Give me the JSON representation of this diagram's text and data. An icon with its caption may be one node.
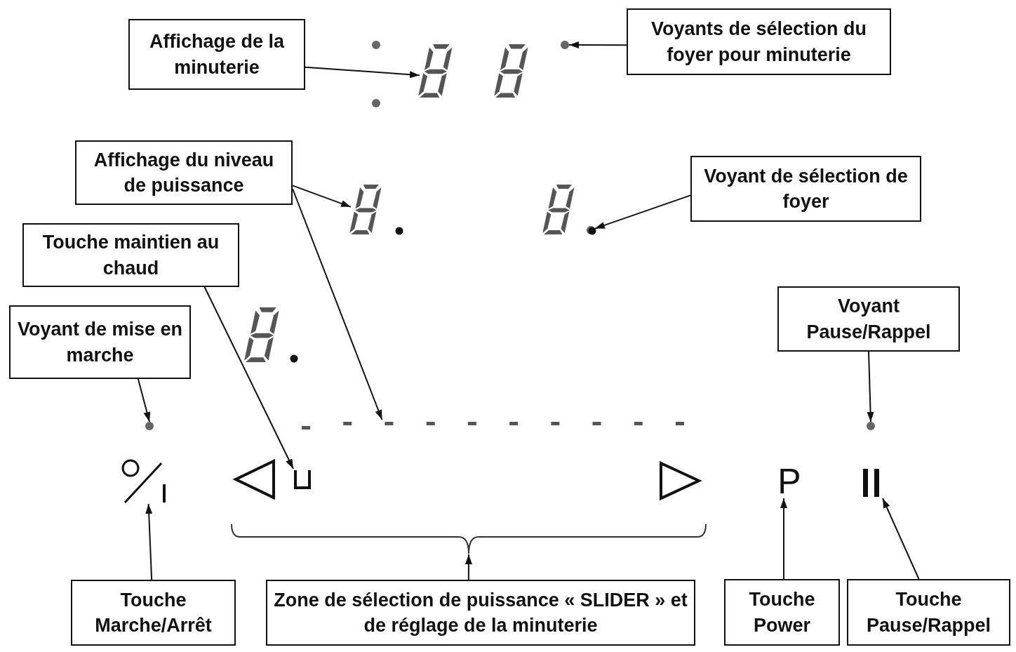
{
  "diagram": {
    "nodes": [
      {
        "text": [
          "Affichage de la minuterie"
        ]
      },
      {
        "text": [],
        "shape": "display"
      },
      {
        "text": [
          "Voyants de sélection du foyer pour minuterie"
        ]
      },
      {
        "text": [],
        "shape": "circle"
      },
      {
        "text": [
          "Affichage du niveau de puissance"
        ]
      },
      {
        "text": [],
        "shape": "display"
      },
      {
        "text": [],
        "shape": "bar"
      },
      {
        "text": [
          "Voyant de sélection de foyer"
        ]
      },
      {
        "text": [],
        "shape": "circle"
      },
      {
        "text": [
          "Touche maintien au chaud"
        ]
      },
      {
        "text": [],
        "shape": "box"
      },
      {
        "text": [
          "Voyant de mise en marche"
        ]
      },
      {
        "text": [],
        "shape": "circle"
      },
      {
        "text": [
          "Voyant Pause/Rappel"
        ]
      },
      {
        "text": [],
        "shape": "circle"
      },
      {
        "text": [
          "Touche Marche/Arrêt"
        ]
      },
      {
        "text": [],
        "shape": "symbol"
      },
      {
        "text": [
          "Zone de sélection de puissance « SLIDER » et de réglage de la minuterie"
        ]
      },
      {
        "text": [],
        "shape": "brace"
      },
      {
        "text": [
          "Touche Power"
        ]
      },
      {
        "text": [
          "P"
        ]
      },
      {
        "text": [
          "Touche Pause/Rappel"
        ]
      },
      {
        "text": [],
        "shape": "symbol"
      }
    ],
    "edges": [
      {
        "from": 0,
        "to": 1,
        "arrow": "to"
      },
      {
        "from": 2,
        "to": 3,
        "arrow": "to"
      },
      {
        "from": 4,
        "to": 5,
        "arrow": "to"
      },
      {
        "from": 4,
        "to": 6,
        "arrow": "to"
      },
      {
        "from": 7,
        "to": 8,
        "arrow": "to"
      },
      {
        "from": 9,
        "to": 10,
        "arrow": "to"
      },
      {
        "from": 11,
        "to": 12,
        "arrow": "to"
      },
      {
        "from": 13,
        "to": 14,
        "arrow": "to"
      },
      {
        "from": 15,
        "to": 16,
        "arrow": "to"
      },
      {
        "from": 17,
        "to": 18,
        "arrow": "to"
      },
      {
        "from": 19,
        "to": 20,
        "arrow": "to"
      },
      {
        "from": 21,
        "to": 22,
        "arrow": "to"
      }
    ]
  }
}
